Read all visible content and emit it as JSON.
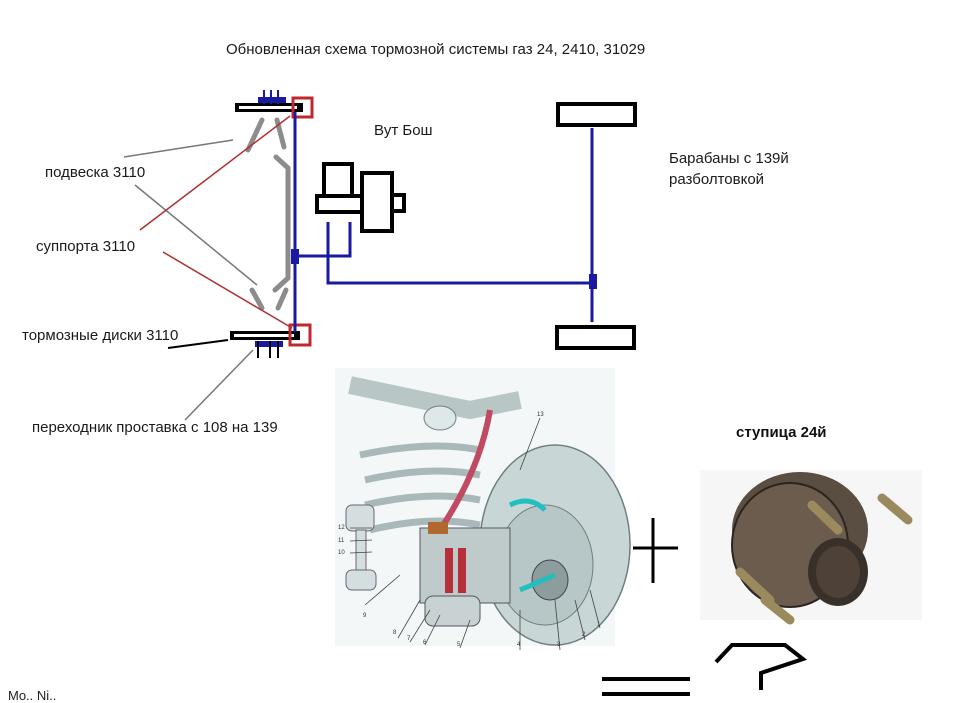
{
  "title": "Обновленная схема тормозной системы газ 24, 2410, 31029",
  "labels": {
    "booster": "Вут Бош",
    "drums_line1": "Барабаны с 139й",
    "drums_line2": "разболтовкой",
    "suspension": "подвеска 3110",
    "calipers": "суппорта 3110",
    "discs": "тормозные диски 3110",
    "adapter": "переходник проставка с 108 на 139",
    "hub": "ступица 24й"
  },
  "illustration": {
    "callout_numbers": [
      "13",
      "12",
      "11",
      "10",
      "9",
      "8",
      "7",
      "6",
      "5",
      "4",
      "3",
      "2",
      "1"
    ]
  },
  "equation": {
    "plus": "+",
    "equals": "=",
    "question": "?"
  },
  "footer_fragment": "Mo.. Ni..",
  "colors": {
    "brake_line": "#1a1aa0",
    "caliper_box": "#c0282e",
    "pointer_red": "#b03030",
    "pointer_gray": "#777777",
    "suspension_gray": "#8c8c8c",
    "disc_black": "#000000"
  }
}
